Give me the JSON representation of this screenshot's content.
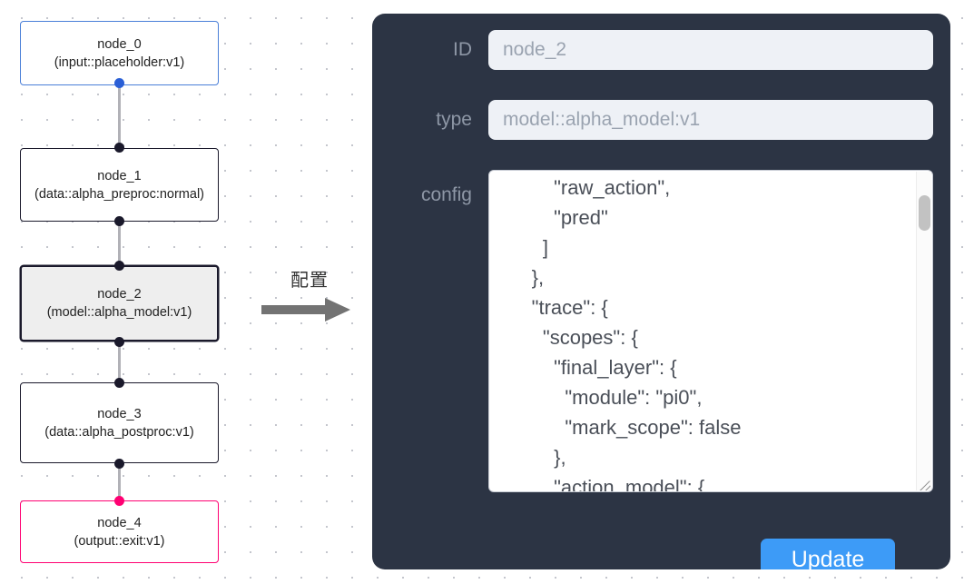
{
  "canvas": {
    "grid": "dot-grid",
    "nodes": [
      {
        "id": "node_0",
        "title": "node_0",
        "subtitle": "(input::placeholder:v1)",
        "variant": "input",
        "selected": false
      },
      {
        "id": "node_1",
        "title": "node_1",
        "subtitle": "(data::alpha_preproc:normal)",
        "variant": "default",
        "selected": false
      },
      {
        "id": "node_2",
        "title": "node_2",
        "subtitle": "(model::alpha_model:v1)",
        "variant": "default",
        "selected": true
      },
      {
        "id": "node_3",
        "title": "node_3",
        "subtitle": "(data::alpha_postproc:v1)",
        "variant": "default",
        "selected": false
      },
      {
        "id": "node_4",
        "title": "node_4",
        "subtitle": "(output::exit:v1)",
        "variant": "output",
        "selected": false
      }
    ],
    "colors": {
      "input_border": "#4a7fd8",
      "output_border": "#ff0072",
      "default_border": "#1a192b",
      "selected_fill": "#eeeeee",
      "edge": "#b1b1b7",
      "handle": "#1a192b",
      "handle_source": "#2a5fd6",
      "handle_output": "#ff0072",
      "grid_dot": "#b9bcc4"
    }
  },
  "arrow": {
    "caption": "配置",
    "direction": "right",
    "color": "#737373"
  },
  "panel": {
    "background": "#2c3444",
    "fields": [
      {
        "key": "id",
        "label": "ID",
        "value": "node_2"
      },
      {
        "key": "type",
        "label": "type",
        "value": "model::alpha_model:v1"
      },
      {
        "key": "config",
        "label": "config",
        "value": ""
      }
    ],
    "id_label": "ID",
    "id_value": "node_2",
    "type_label": "type",
    "type_value": "model::alpha_model:v1",
    "config_label": "config",
    "config_value": "          \"raw_action\",\n          \"pred\"\n        ]\n      },\n      \"trace\": {\n        \"scopes\": {\n          \"final_layer\": {\n            \"module\": \"pi0\",\n            \"mark_scope\": false\n          },\n          \"action_model\": {",
    "update_label": "Update",
    "update_color": "#3d9bf7",
    "scrollbar": {
      "position": "near-top",
      "thumb_color": "#c2c2c2"
    }
  }
}
